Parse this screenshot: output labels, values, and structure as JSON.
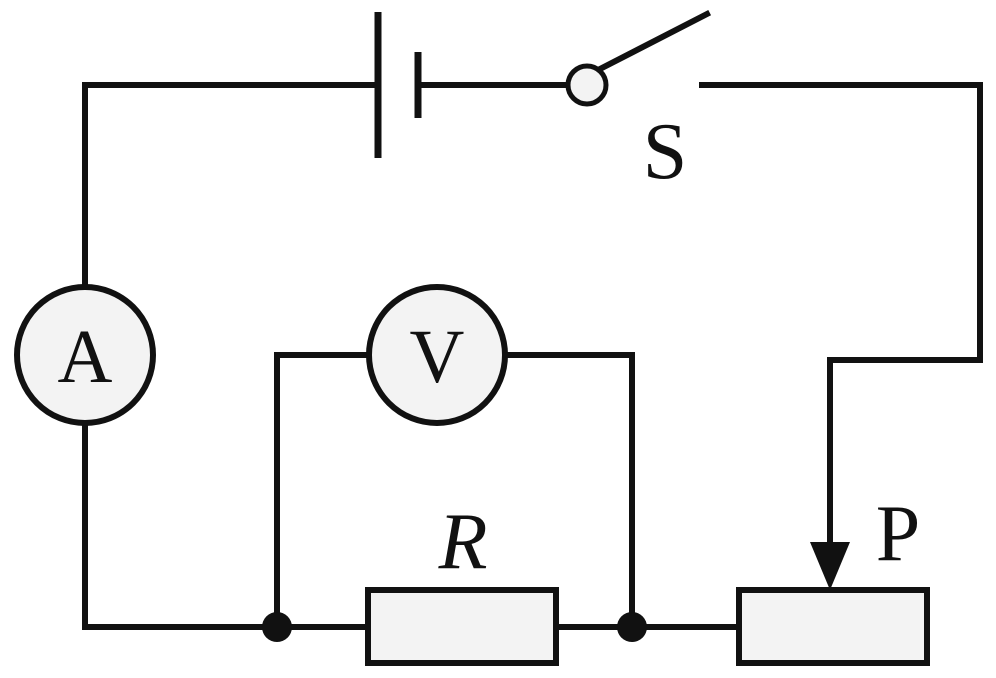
{
  "labels": {
    "ammeter": "A",
    "voltmeter": "V",
    "resistor": "R",
    "slider": "P",
    "switch": "S"
  },
  "colors": {
    "line": "#111111",
    "fill": "#f3f3f3",
    "background": "#ffffff"
  }
}
